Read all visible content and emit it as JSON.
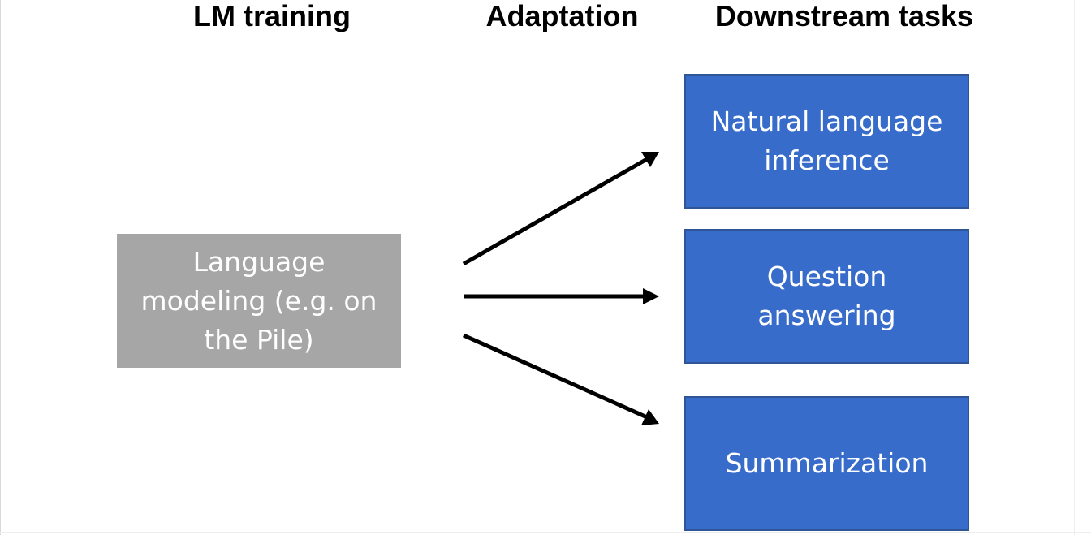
{
  "headers": {
    "lm_training": "LM training",
    "adaptation": "Adaptation",
    "downstream_tasks": "Downstream tasks"
  },
  "source": {
    "lines": [
      "Language",
      "modeling (e.g. on",
      "the Pile)"
    ]
  },
  "tasks": [
    {
      "lines": [
        "Natural language",
        "inference"
      ]
    },
    {
      "lines": [
        "Question",
        "answering"
      ]
    },
    {
      "lines": [
        "Summarization"
      ]
    }
  ],
  "colors": {
    "source_fill": "#a6a6a6",
    "task_fill": "#376ccb",
    "arrow": "#000000"
  }
}
